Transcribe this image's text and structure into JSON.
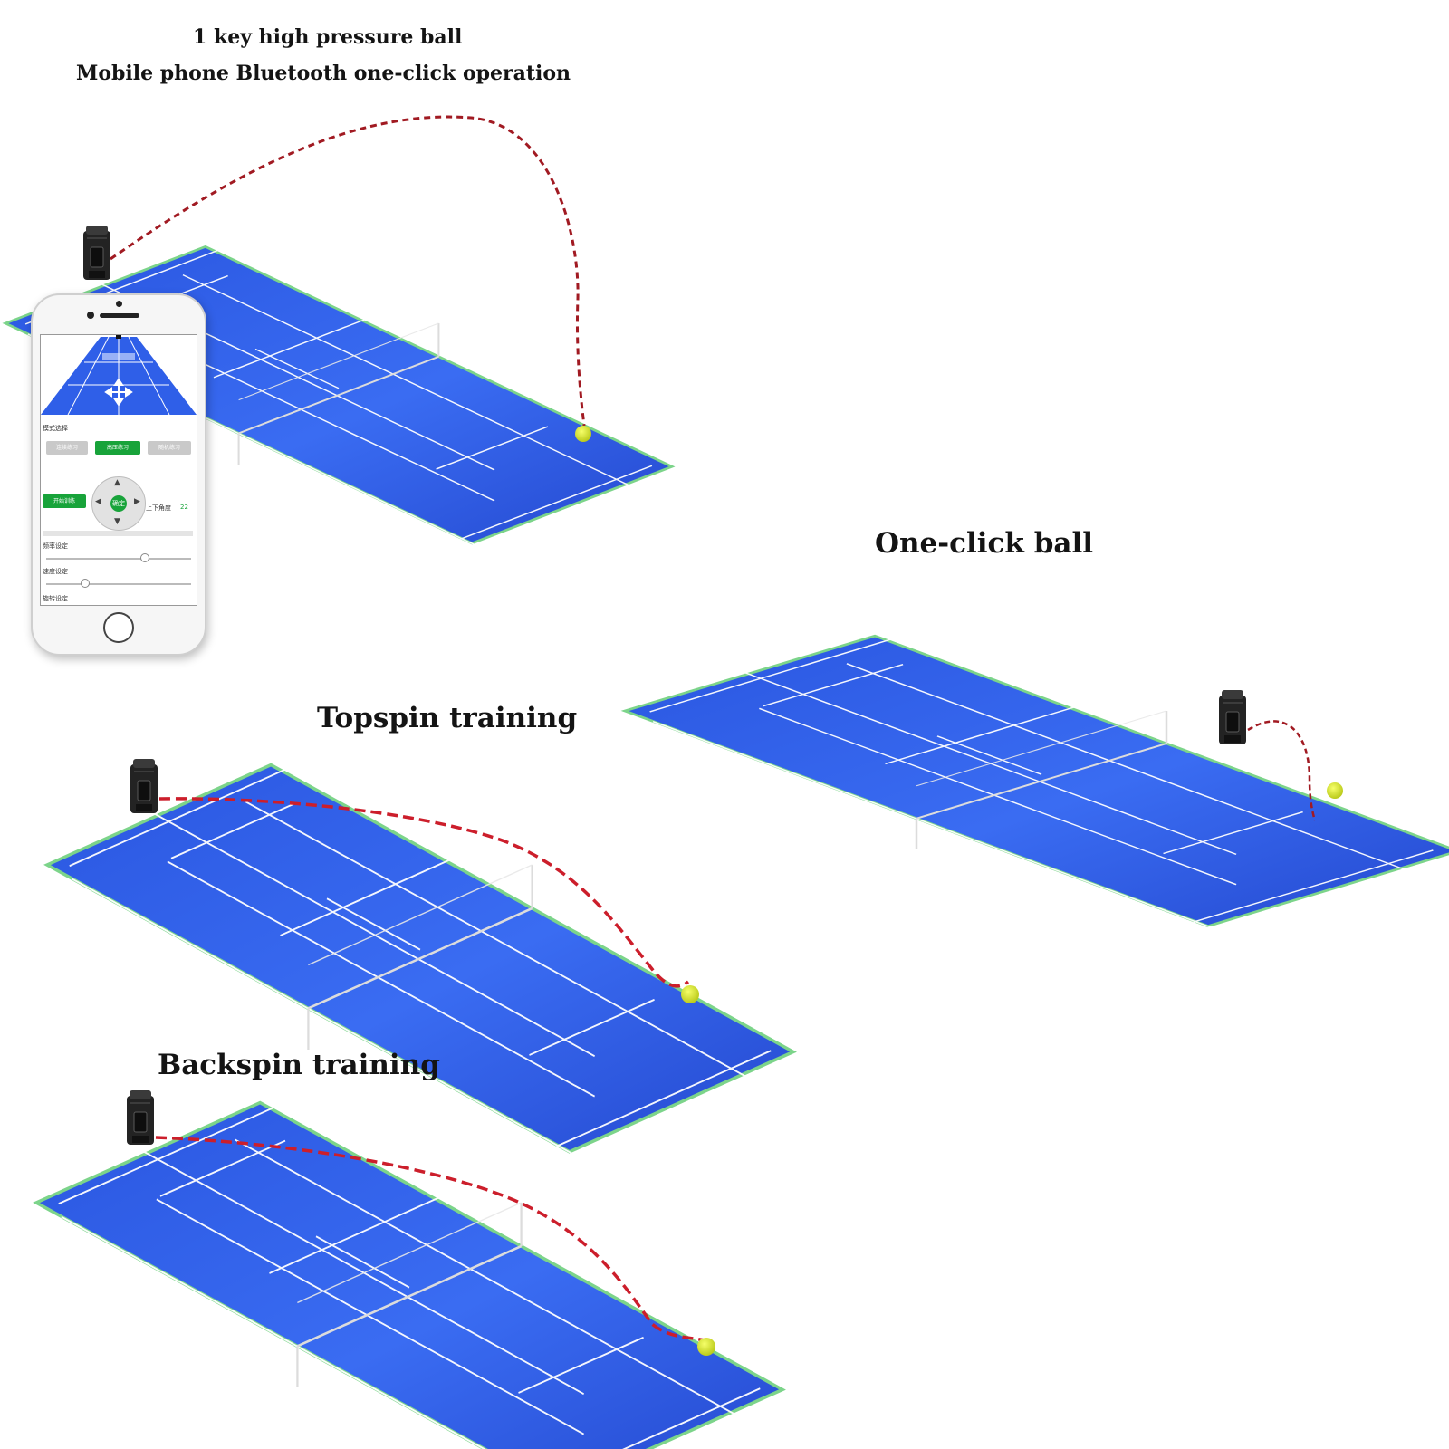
{
  "captions": {
    "header_line1": "1  key high pressure ball",
    "header_line2": "Mobile phone Bluetooth one-click operation",
    "one_click": "One-click ball",
    "topspin": "Topspin training",
    "backspin": "Backspin training"
  },
  "colors": {
    "court_blue": "#2f5fe8",
    "court_outline": "#7cd48a",
    "court_lines": "#ffffff",
    "trajectory": "#a11a22",
    "ball": "#e2ef2e",
    "machine": "#232323",
    "app_green": "#18a33a"
  },
  "icons": [
    "ball-machine-icon",
    "tennis-ball-icon",
    "move-arrows-icon",
    "home-button-icon"
  ],
  "phone_app": {
    "section_1": "模式选择",
    "mode_buttons": [
      "连续练习",
      "高压练习",
      "随机练习"
    ],
    "active_mode": "高压练习",
    "start_button": "开始训练",
    "dpad_center": "确定",
    "angle_label": "上下角度",
    "angle_value": "22",
    "slider_1_label": "频率设定",
    "slider_2_label": "速度设定",
    "slider_3_label": "旋转设定"
  }
}
